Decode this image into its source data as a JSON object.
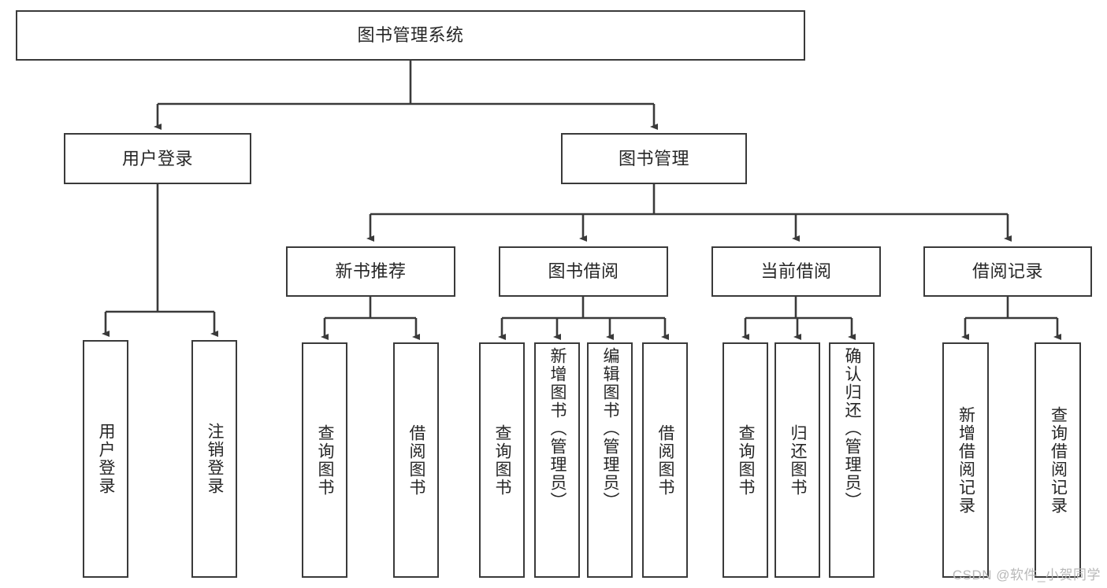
{
  "diagram": {
    "type": "tree",
    "title": "图书管理系统",
    "stroke_color": "#3a3a3a",
    "text_color": "#262626",
    "background": "#ffffff",
    "nodes": {
      "root": {
        "label": "图书管理系统"
      },
      "level2": [
        {
          "label": "用户登录"
        },
        {
          "label": "图书管理"
        }
      ],
      "level3": [
        {
          "label": "新书推荐"
        },
        {
          "label": "图书借阅"
        },
        {
          "label": "当前借阅"
        },
        {
          "label": "借阅记录"
        }
      ],
      "leaves": {
        "user_login": [
          {
            "label": "用户登录"
          },
          {
            "label": "注销登录"
          }
        ],
        "new_book": [
          {
            "label": "查询图书"
          },
          {
            "label": "借阅图书"
          }
        ],
        "book_borrow": [
          {
            "label": "查询图书"
          },
          {
            "label": "新增图书（管理员）"
          },
          {
            "label": "编辑图书（管理员）"
          },
          {
            "label": "借阅图书"
          }
        ],
        "current_borrow": [
          {
            "label": "查询图书"
          },
          {
            "label": "归还图书"
          },
          {
            "label": "确认归还（管理员）"
          }
        ],
        "borrow_record": [
          {
            "label": "新增借阅记录"
          },
          {
            "label": "查询借阅记录"
          }
        ]
      }
    }
  },
  "watermark": {
    "text": "CSDN @软件_小贺同学"
  }
}
